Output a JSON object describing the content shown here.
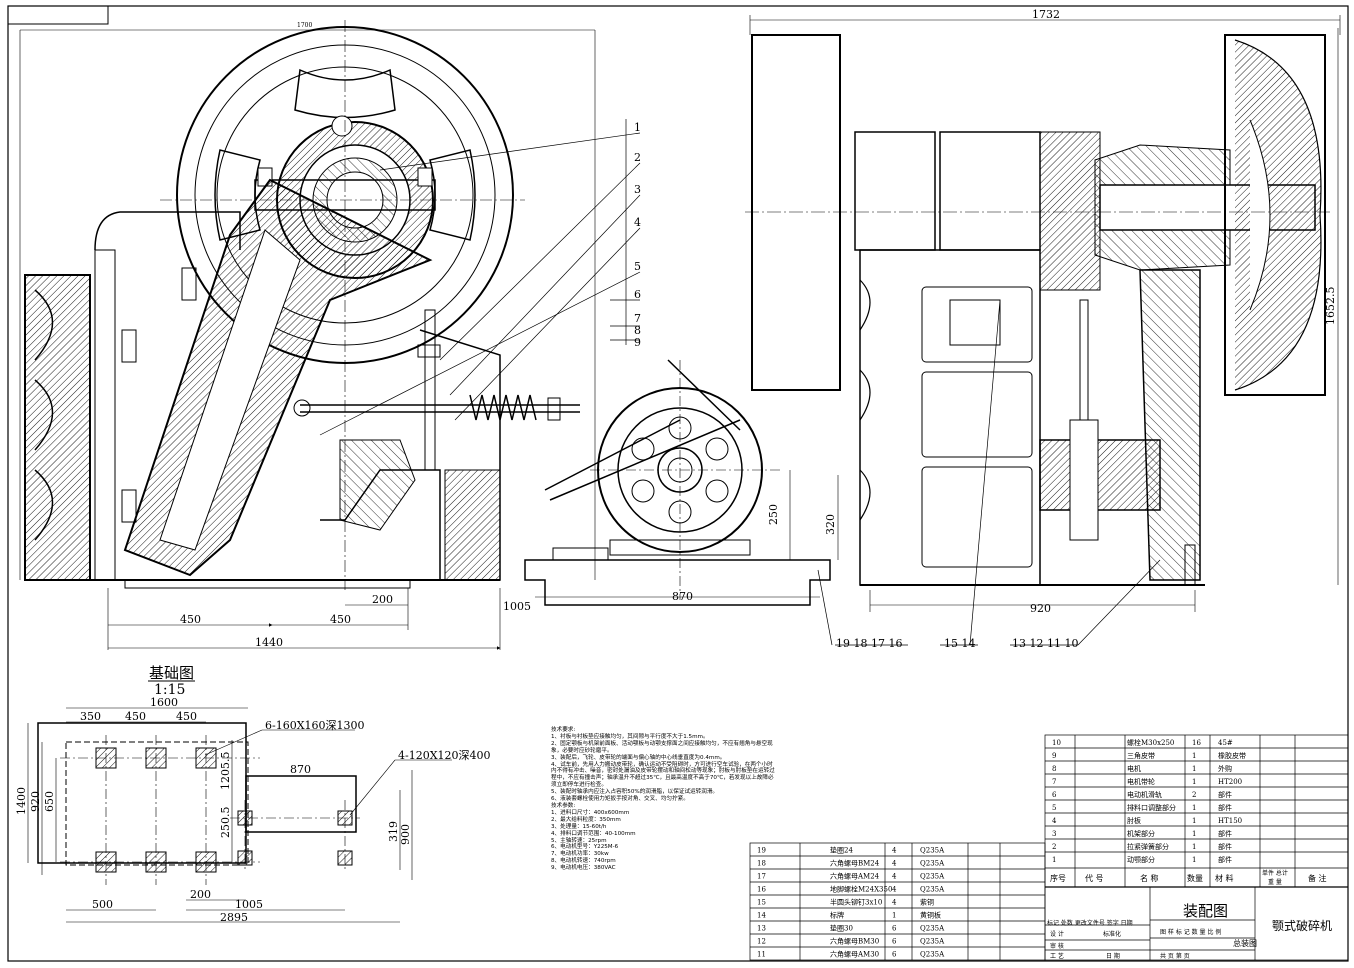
{
  "front_view": {
    "dims": {
      "top": "1700",
      "bottom": "1440",
      "left450": "450",
      "mid450": "450",
      "d200": "200",
      "d1005": "1005"
    },
    "balloons": [
      "1",
      "2",
      "3",
      "4",
      "5",
      "6",
      "7",
      "8",
      "9"
    ]
  },
  "motor_view": {
    "dims": {
      "d870": "870",
      "d250": "250",
      "d320": "320"
    }
  },
  "side_view": {
    "dims": {
      "top": "1732",
      "height": "1652.5",
      "d920": "920"
    },
    "balloon_groups": [
      "19 18 17 16",
      "15 14",
      "13 12 11 10"
    ]
  },
  "foundation": {
    "title": "基础图",
    "scale": "1:15",
    "dims": {
      "d1600": "1600",
      "d350": "350",
      "d450a": "450",
      "d450b": "450",
      "d870": "870",
      "d1400": "1400",
      "d920": "920",
      "d650": "650",
      "d1205": "1205.5",
      "d250": "250.5",
      "d319": "319",
      "d900": "900",
      "d200": "200",
      "d1005": "1005",
      "d500": "500",
      "d2895": "2895"
    },
    "note1": "6-160X160深1300",
    "note2": "4-120X120深400"
  },
  "tech_notes": "技术要求:\n1、衬板与衬板垫应接触均匀，其间隙与平行度不大于1.5mm。\n2、固定颚板与机架前面板、活动颚板与动颚支撑面之间应接触均匀，不应有翘角与悬空现象，必要时应砂轮磨平。\n3、装配后，飞轮、皮带轮的端面与偏心轴的中心线垂直度为0.4mm。\n4、试车前，先用人力搬动皮带轮，确认运动不受阻碍时，方可进行空车试验，在两个小时内不得有冲击、噪音，密封处漏油及皮带轮摆动和轴间松动等现象；肘板与肘板垫在运转过程中，不应有撞击声；轴承温升不超过35℃，且最高温度不高于70℃，若发现以上故障必须立即停车进行检查。\n5、装配时轴承内应注入占容积50%的润滑脂，以保证试运转润滑。\n6、液装套螺栓使用力矩扳手按对角、交叉、均匀拧紧。\n技术参数:\n1、进料口尺寸：400x600mm\n2、最大给料粒度：350mm\n3、处理量：15-60t/h\n4、排料口调节范围：40-100mm\n5、主轴转速：25rpm\n6、电动机型号：Y225M-6\n7、电动机功率：30kw\n8、电动机转速：740rpm\n9、电动机电压：380VAC",
  "bom_lower": [
    {
      "no": "19",
      "name": "垫圈24",
      "qty": "4",
      "mat": "Q235A"
    },
    {
      "no": "18",
      "name": "六角螺母BM24",
      "qty": "4",
      "mat": "Q235A"
    },
    {
      "no": "17",
      "name": "六角螺母AM24",
      "qty": "4",
      "mat": "Q235A"
    },
    {
      "no": "16",
      "name": "地脚螺栓M24X350",
      "qty": "4",
      "mat": "Q235A"
    },
    {
      "no": "15",
      "name": "半圆头铆钉3x10",
      "qty": "4",
      "mat": "紫铜"
    },
    {
      "no": "14",
      "name": "标牌",
      "qty": "1",
      "mat": "黄铜板"
    },
    {
      "no": "13",
      "name": "垫圈30",
      "qty": "6",
      "mat": "Q235A"
    },
    {
      "no": "12",
      "name": "六角螺母BM30",
      "qty": "6",
      "mat": "Q235A"
    },
    {
      "no": "11",
      "name": "六角螺母AM30",
      "qty": "6",
      "mat": "Q235A"
    }
  ],
  "bom_upper": [
    {
      "no": "10",
      "name": "螺栓M30x250",
      "qty": "16",
      "mat": "45#"
    },
    {
      "no": "9",
      "name": "三角皮带",
      "qty": "1",
      "mat": "橡胶皮带"
    },
    {
      "no": "8",
      "name": "电机",
      "qty": "1",
      "mat": "外购"
    },
    {
      "no": "7",
      "name": "电机带轮",
      "qty": "1",
      "mat": "HT200"
    },
    {
      "no": "6",
      "name": "电动机滑轨",
      "qty": "2",
      "mat": "部件"
    },
    {
      "no": "5",
      "name": "排料口调整部分",
      "qty": "1",
      "mat": "部件"
    },
    {
      "no": "4",
      "name": "肘板",
      "qty": "1",
      "mat": "HT150"
    },
    {
      "no": "3",
      "name": "机架部分",
      "qty": "1",
      "mat": "部件"
    },
    {
      "no": "2",
      "name": "拉紧弹簧部分",
      "qty": "1",
      "mat": "部件"
    },
    {
      "no": "1",
      "name": "动颚部分",
      "qty": "1",
      "mat": "部件"
    }
  ],
  "bom_header": {
    "seq": "序号",
    "code": "代 号",
    "name": "名  称",
    "qty": "数量",
    "mat": "材  料",
    "remark": "备  注",
    "unit": "单件 总计",
    "weight": "重 量"
  },
  "title_block": {
    "drawing_type": "装配图",
    "machine_name": "颚式破碎机",
    "total": "总装图",
    "row1": "标记 处数 更改文件号 签字 日期",
    "row2": "图 样 标 记 数 量 比 例",
    "designer": "设 计",
    "std": "标准化",
    "review": "审 核",
    "craft": "工 艺",
    "date": "日 期",
    "sheets": "共     页 第     页"
  }
}
